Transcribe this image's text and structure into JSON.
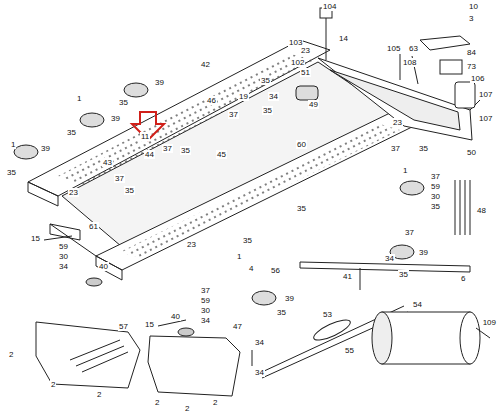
{
  "diagram": {
    "labels": [
      "104",
      "10",
      "3",
      "103",
      "14",
      "23",
      "102",
      "51",
      "105",
      "63",
      "84",
      "108",
      "73",
      "106",
      "42",
      "39",
      "35",
      "1",
      "39",
      "35",
      "46",
      "19",
      "37",
      "35",
      "34",
      "35",
      "49",
      "107",
      "107",
      "1",
      "39",
      "35",
      "11",
      "44",
      "37",
      "35",
      "45",
      "43",
      "37",
      "35",
      "23",
      "60",
      "23",
      "37",
      "35",
      "50",
      "1",
      "37",
      "59",
      "30",
      "35",
      "48",
      "35",
      "61",
      "15",
      "59",
      "30",
      "34",
      "40",
      "23",
      "35",
      "37",
      "39",
      "35",
      "34",
      "6",
      "41",
      "56",
      "1",
      "4",
      "37",
      "59",
      "30",
      "34",
      "39",
      "35",
      "15",
      "40",
      "57",
      "2",
      "2",
      "2",
      "53",
      "54",
      "34",
      "47",
      "55",
      "109",
      "2",
      "2",
      "2",
      "34"
    ]
  }
}
